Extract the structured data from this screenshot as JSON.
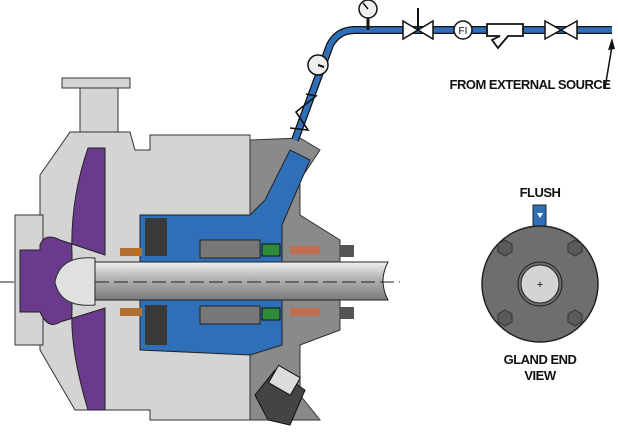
{
  "labels": {
    "source": "FROM EXTERNAL SOURCE",
    "flow_indicator": "FI",
    "flush": "FLUSH",
    "gland_end_line1": "GLAND END",
    "gland_end_line2": "VIEW"
  },
  "colors": {
    "pipe": "#2f6fb8",
    "impeller": "#6a3b8c",
    "casing": "#d4d4d4",
    "seal_chamber": "#8a8a8a",
    "gland": "#6e6e6e",
    "seal_green": "#2e8b3a"
  }
}
